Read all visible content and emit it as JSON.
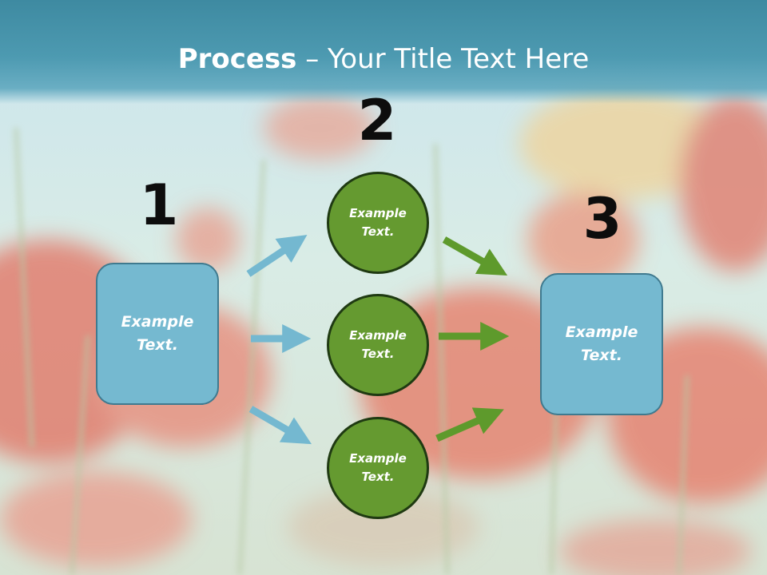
{
  "slide": {
    "title_bold": "Process",
    "title_rest": " – Your Title Text Here",
    "colors": {
      "header": "#4a97ae",
      "box": "#75b9d0",
      "circle": "#659a30",
      "arrow_blue": "#74b8d0",
      "arrow_green": "#5e9a2c"
    }
  },
  "steps": {
    "one": "1",
    "two": "2",
    "three": "3"
  },
  "left_box": {
    "text": "Example Text."
  },
  "circles": [
    {
      "text": "Example Text."
    },
    {
      "text": "Example Text."
    },
    {
      "text": "Example Text."
    }
  ],
  "right_box": {
    "text": "Example Text."
  }
}
